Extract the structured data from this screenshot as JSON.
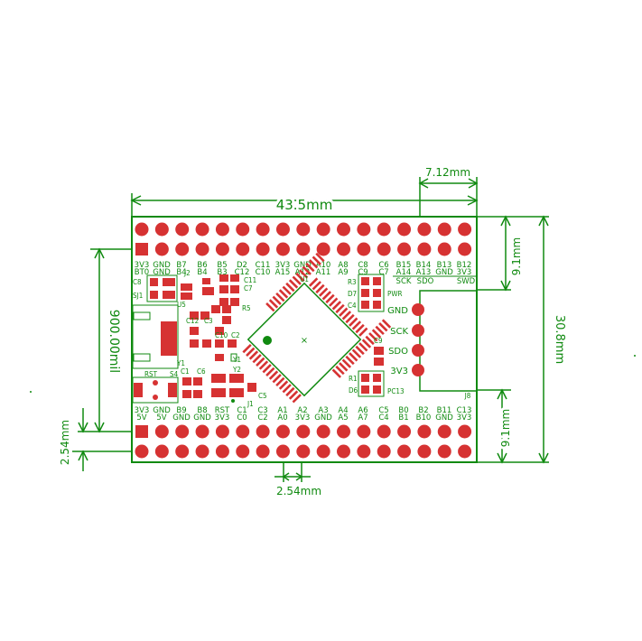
{
  "colors": {
    "silkscreen": "#108a10",
    "pad": "#d63232",
    "background": "#ffffff"
  },
  "dimensions": {
    "board_width": "43.5mm",
    "board_height": "30.8mm",
    "header_offset": "7.12mm",
    "row_spacing": "900.00mil",
    "top_header_height": "9.1mm",
    "bottom_header_height": "9.1mm",
    "left_pitch": "2.54mm",
    "bottom_pitch": "2.54mm"
  },
  "top_header": {
    "row1": [
      "3V3",
      "GND",
      "B7",
      "B6",
      "B5",
      "D2",
      "C11",
      "3V3",
      "GND",
      "A10",
      "A8",
      "C8",
      "C6",
      "B15",
      "B14",
      "B13",
      "B12"
    ],
    "row2": [
      "BT0",
      "GND",
      "B4",
      "B4",
      "B3",
      "C12",
      "C10",
      "A15",
      "A12",
      "A11",
      "A9",
      "C9",
      "C7",
      "A14",
      "A13",
      "GND",
      "3V3"
    ]
  },
  "bottom_header": {
    "row1": [
      "3V3",
      "GND",
      "B9",
      "B8",
      "RST",
      "C1",
      "C3",
      "A1",
      "A2",
      "A3",
      "A4",
      "A6",
      "C5",
      "B0",
      "B2",
      "B11",
      "C13"
    ],
    "row2": [
      "5V",
      "5V",
      "GND",
      "GND",
      "3V3",
      "C0",
      "C2",
      "A0",
      "3V3",
      "GND",
      "A5",
      "A7",
      "C4",
      "B1",
      "B10",
      "GND",
      "3V3"
    ]
  },
  "swd_header": {
    "labels": [
      "GND",
      "SCK",
      "SDO",
      "3V3"
    ],
    "top_labels": [
      "SCK",
      "SDO",
      "SWD"
    ],
    "designator": "J8"
  },
  "components": {
    "mcu": "U1",
    "designators": [
      "C8",
      "SJ1",
      "J2",
      "U5",
      "C11",
      "C7",
      "R5",
      "C12",
      "C3",
      "C10",
      "C2",
      "Y1",
      "Y2",
      "J5",
      "RST",
      "S4",
      "C1",
      "C6",
      "J1",
      "C5",
      "R3",
      "D7",
      "C4",
      "PWR",
      "C9",
      "R1",
      "D6",
      "PC13"
    ]
  }
}
